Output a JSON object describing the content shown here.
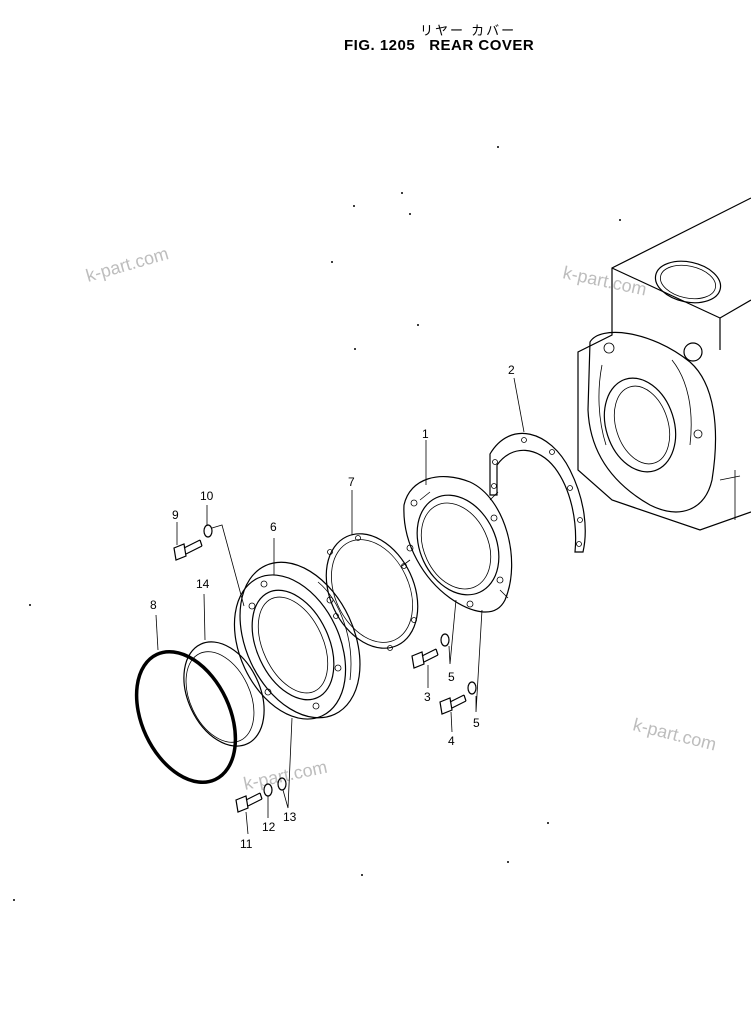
{
  "title": {
    "japanese": "リヤー カバー",
    "figure": "FIG. 1205",
    "name": "REAR COVER"
  },
  "watermark": "k-part.com",
  "callouts": [
    "1",
    "2",
    "3",
    "4",
    "5",
    "5",
    "6",
    "7",
    "8",
    "9",
    "10",
    "11",
    "12",
    "13",
    "14"
  ]
}
